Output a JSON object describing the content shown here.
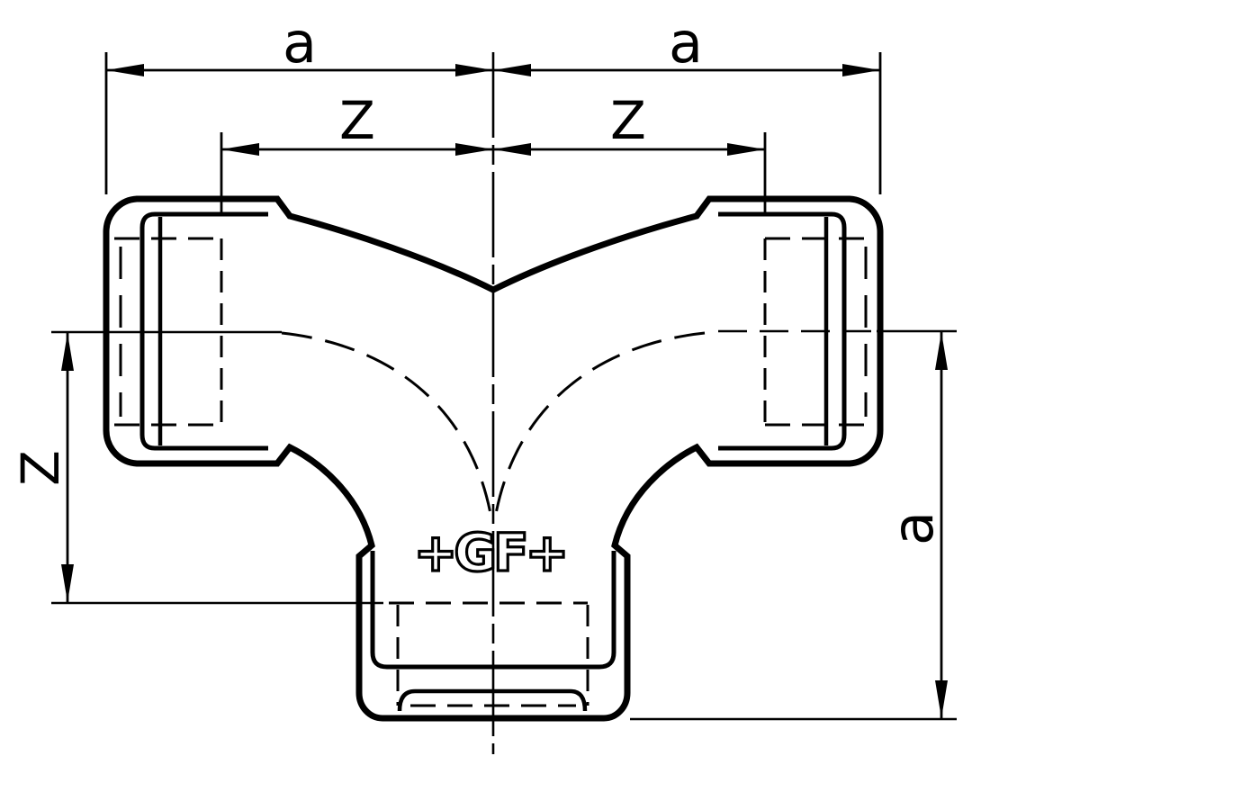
{
  "drawing": {
    "type": "engineering-dimension-drawing",
    "subject": "threaded tee pipe fitting, front view",
    "colors": {
      "ink": "#000000",
      "paper": "#ffffff"
    },
    "logo": {
      "text": "+GF+"
    },
    "dimensions": {
      "top_left_a": {
        "label": "a"
      },
      "top_right_a": {
        "label": "a"
      },
      "top_left_z": {
        "label": "Z"
      },
      "top_right_z": {
        "label": "Z"
      },
      "left_vertical_z": {
        "label": "Z"
      },
      "right_vertical_a": {
        "label": "a"
      }
    }
  }
}
